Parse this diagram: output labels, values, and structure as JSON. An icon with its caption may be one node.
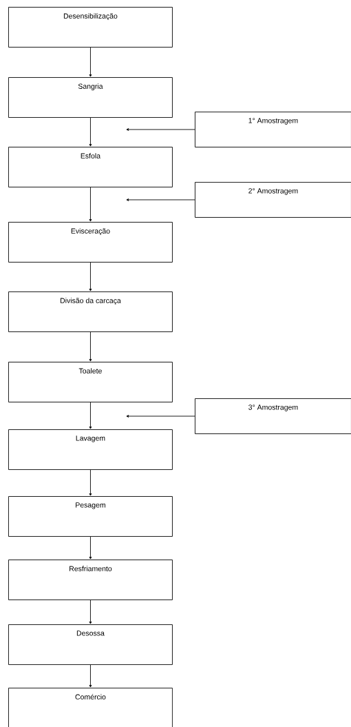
{
  "diagram": {
    "nodes": [
      {
        "text": [
          "Desensibilização"
        ]
      },
      {
        "text": [
          "Sangria"
        ]
      },
      {
        "text": [
          "1° Amostragem"
        ]
      },
      {
        "text": [
          "Esfola"
        ]
      },
      {
        "text": [
          "2° Amostragem"
        ]
      },
      {
        "text": [
          "Evisceração"
        ]
      },
      {
        "text": [
          "Divisão da carcaça"
        ]
      },
      {
        "text": [
          "Toalete"
        ]
      },
      {
        "text": [
          "3° Amostragem"
        ]
      },
      {
        "text": [
          "Lavagem"
        ]
      },
      {
        "text": [
          "Pesagem"
        ]
      },
      {
        "text": [
          "Resfriamento"
        ]
      },
      {
        "text": [
          "Desossa"
        ]
      },
      {
        "text": [
          "Comércio"
        ]
      }
    ],
    "edges": [
      {
        "from": 0,
        "to": 1,
        "arrow": "to"
      },
      {
        "from": 1,
        "to": 3,
        "arrow": "to"
      },
      {
        "from": 2,
        "to": null,
        "arrow": "to"
      },
      {
        "from": 3,
        "to": 5,
        "arrow": "to"
      },
      {
        "from": 4,
        "to": null,
        "arrow": "to"
      },
      {
        "from": 5,
        "to": 6,
        "arrow": "to"
      },
      {
        "from": 6,
        "to": 7,
        "arrow": "to"
      },
      {
        "from": 7,
        "to": 9,
        "arrow": "to"
      },
      {
        "from": 8,
        "to": null,
        "arrow": "to"
      },
      {
        "from": 9,
        "to": 10,
        "arrow": "to"
      },
      {
        "from": 10,
        "to": 11,
        "arrow": "to"
      },
      {
        "from": 11,
        "to": 12,
        "arrow": "to"
      },
      {
        "from": 12,
        "to": 13,
        "arrow": "to"
      }
    ]
  }
}
